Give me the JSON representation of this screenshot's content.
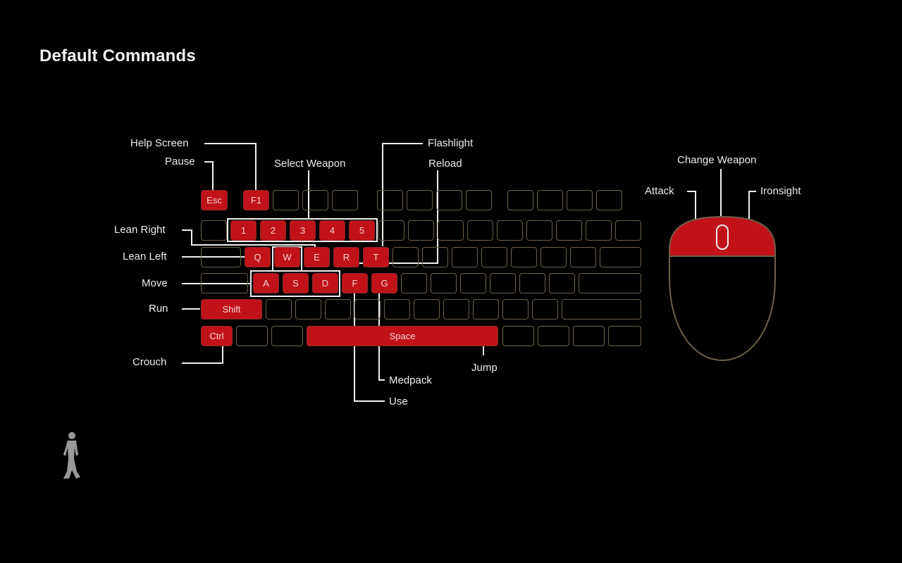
{
  "title": "Default Commands",
  "keys": {
    "esc": "Esc",
    "f1": "F1",
    "n1": "1",
    "n2": "2",
    "n3": "3",
    "n4": "4",
    "n5": "5",
    "q": "Q",
    "w": "W",
    "e": "E",
    "r": "R",
    "t": "T",
    "a": "A",
    "s": "S",
    "d": "D",
    "f": "F",
    "g": "G",
    "shift": "Shift",
    "ctrl": "Ctrl",
    "space": "Space"
  },
  "actions": {
    "help_screen": "Help Screen",
    "pause": "Pause",
    "select_weapon": "Select Weapon",
    "flashlight": "Flashlight",
    "reload": "Reload",
    "lean_right": "Lean Right",
    "lean_left": "Lean Left",
    "move": "Move",
    "run": "Run",
    "crouch": "Crouch",
    "medpack": "Medpack",
    "use": "Use",
    "jump": "Jump",
    "change_weapon": "Change Weapon",
    "attack": "Attack",
    "ironsight": "Ironsight"
  },
  "colors": {
    "background": "#000000",
    "key_active": "#c1121a",
    "key_outline": "#6e604a",
    "line": "#f0f0f0"
  },
  "icons": {
    "mouse": "mouse-icon",
    "figure": "walking-figure-icon"
  }
}
